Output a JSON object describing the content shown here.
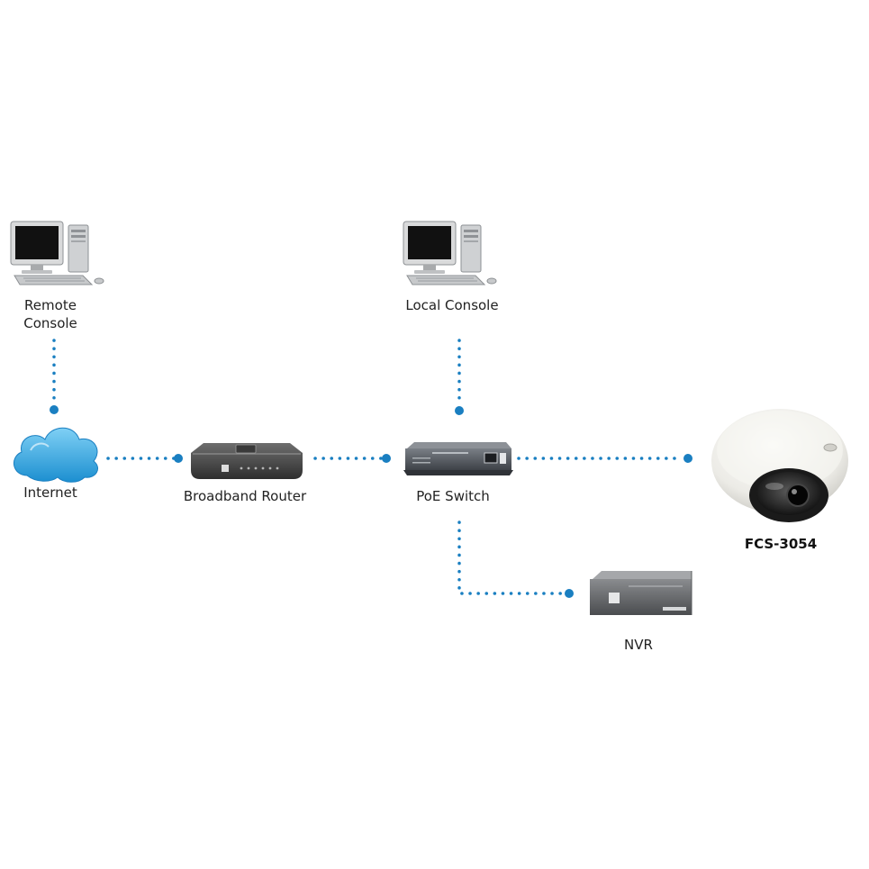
{
  "diagram": {
    "accent_color": "#1a7fc1",
    "nodes": {
      "remote_console": {
        "label_line1": "Remote",
        "label_line2": "Console",
        "icon": "desktop-computer-icon"
      },
      "local_console": {
        "label": "Local Console",
        "icon": "desktop-computer-icon"
      },
      "internet": {
        "label": "Internet",
        "icon": "cloud-icon"
      },
      "broadband_router": {
        "label": "Broadband Router",
        "icon": "router-icon"
      },
      "poe_switch": {
        "label": "PoE Switch",
        "icon": "network-switch-icon"
      },
      "camera": {
        "label": "FCS-3054",
        "icon": "dome-camera-icon"
      },
      "nvr": {
        "label": "NVR",
        "icon": "nvr-recorder-icon"
      }
    }
  }
}
